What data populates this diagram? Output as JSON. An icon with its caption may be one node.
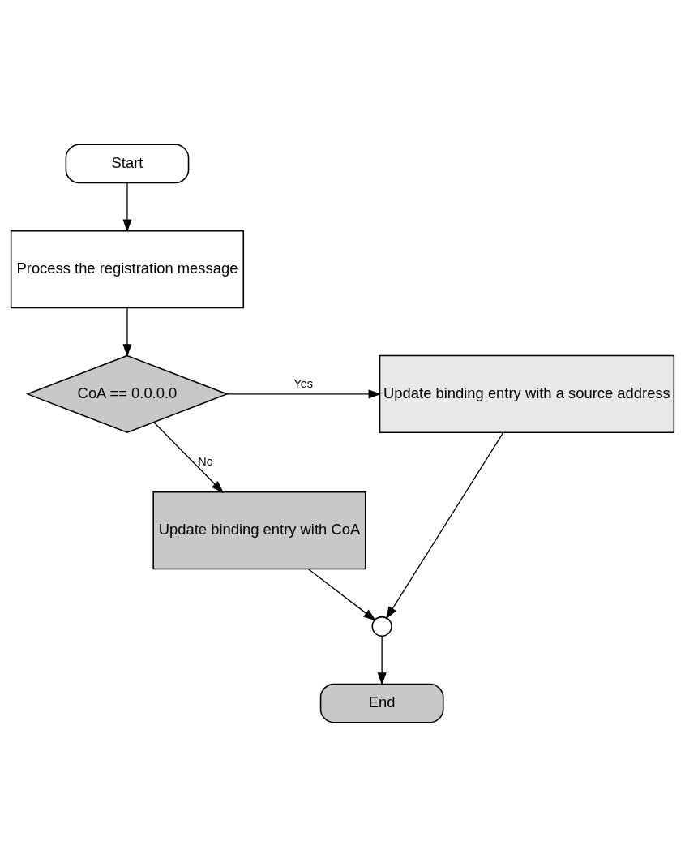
{
  "diagram": {
    "nodes": [
      {
        "text": [
          "Start"
        ]
      },
      {
        "text": [
          "Process the registration message"
        ]
      },
      {
        "text": [
          "CoA == 0.0.0.0"
        ]
      },
      {
        "text": [
          "Update binding entry with a source address"
        ]
      },
      {
        "text": [
          "Update binding entry with CoA"
        ]
      },
      {
        "text": [],
        "shape": "circle"
      },
      {
        "text": [
          "End"
        ]
      }
    ],
    "edges": [
      {
        "from": 0,
        "to": 1,
        "arrow": "to"
      },
      {
        "from": 1,
        "to": 2,
        "arrow": "to"
      },
      {
        "from": 2,
        "to": 3,
        "arrow": "to",
        "label": "Yes"
      },
      {
        "from": 2,
        "to": 4,
        "arrow": "to",
        "label": "No"
      },
      {
        "from": 4,
        "to": 5,
        "arrow": "to"
      },
      {
        "from": 3,
        "to": 5,
        "arrow": "to"
      },
      {
        "from": 5,
        "to": 6,
        "arrow": "to"
      }
    ]
  }
}
